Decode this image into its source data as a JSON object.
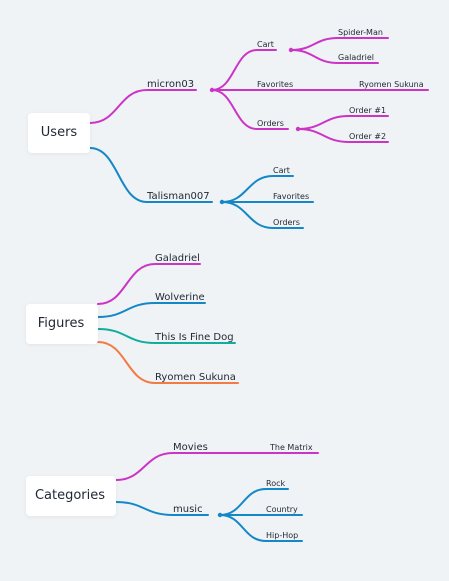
{
  "mindmap": {
    "colors": {
      "magenta": "#cc34c6",
      "blue": "#1487c7",
      "teal": "#13ad9b",
      "orange": "#f37a43",
      "background": "#eff3f6",
      "root_fill": "#ffffff",
      "text": "#1f2733"
    },
    "roots": [
      {
        "id": "users",
        "label": "Users",
        "children": [
          {
            "id": "micron03",
            "label": "micron03",
            "color": "#cc34c6",
            "children": [
              {
                "id": "cart",
                "label": "Cart",
                "children": [
                  {
                    "id": "spider-man",
                    "label": "Spider-Man"
                  },
                  {
                    "id": "galadriel-cart",
                    "label": "Galadriel"
                  }
                ]
              },
              {
                "id": "favorites",
                "label": "Favorites",
                "children": [
                  {
                    "id": "ryomen-sukuna-fav",
                    "label": "Ryomen Sukuna"
                  }
                ]
              },
              {
                "id": "orders",
                "label": "Orders",
                "children": [
                  {
                    "id": "order-1",
                    "label": "Order #1"
                  },
                  {
                    "id": "order-2",
                    "label": "Order #2"
                  }
                ]
              }
            ]
          },
          {
            "id": "talisman007",
            "label": "Talisman007",
            "color": "#1487c7",
            "children": [
              {
                "id": "t-cart",
                "label": "Cart"
              },
              {
                "id": "t-favorites",
                "label": "Favorites"
              },
              {
                "id": "t-orders",
                "label": "Orders"
              }
            ]
          }
        ]
      },
      {
        "id": "figures",
        "label": "Figures",
        "children": [
          {
            "id": "fig-galadriel",
            "label": "Galadriel",
            "color": "#cc34c6"
          },
          {
            "id": "fig-wolverine",
            "label": "Wolverine",
            "color": "#1487c7"
          },
          {
            "id": "fig-this-is-fine-dog",
            "label": "This Is Fine Dog",
            "color": "#13ad9b"
          },
          {
            "id": "fig-ryomen-sukuna",
            "label": "Ryomen Sukuna",
            "color": "#f37a43"
          }
        ]
      },
      {
        "id": "categories",
        "label": "Categories",
        "children": [
          {
            "id": "movies",
            "label": "Movies",
            "color": "#cc34c6",
            "children": [
              {
                "id": "the-matrix",
                "label": "The Matrix"
              }
            ]
          },
          {
            "id": "music",
            "label": "music",
            "color": "#1487c7",
            "children": [
              {
                "id": "rock",
                "label": "Rock"
              },
              {
                "id": "country",
                "label": "Country"
              },
              {
                "id": "hip-hop",
                "label": "Hip-Hop"
              }
            ]
          }
        ]
      }
    ]
  }
}
